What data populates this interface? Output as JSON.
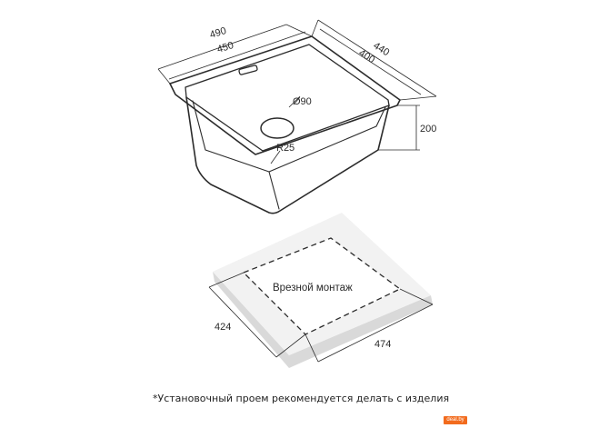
{
  "sink_drawing": {
    "dimensions": {
      "outer_width": "490",
      "inner_width": "450",
      "outer_depth": "440",
      "inner_depth": "400",
      "drain_diameter": "Ø90",
      "corner_radius": "R25",
      "height": "200"
    }
  },
  "cutout_drawing": {
    "label": "Врезной монтаж",
    "width": "474",
    "depth": "424"
  },
  "footnote": "*Установочный проем рекомендуется делать с изделия",
  "watermark": "deal.by",
  "colors": {
    "line": "#2b2b2b",
    "slab_fill": "#f2f2f2",
    "slab_shadow": "#d9d9d9",
    "watermark_bg": "#f26b1d"
  }
}
